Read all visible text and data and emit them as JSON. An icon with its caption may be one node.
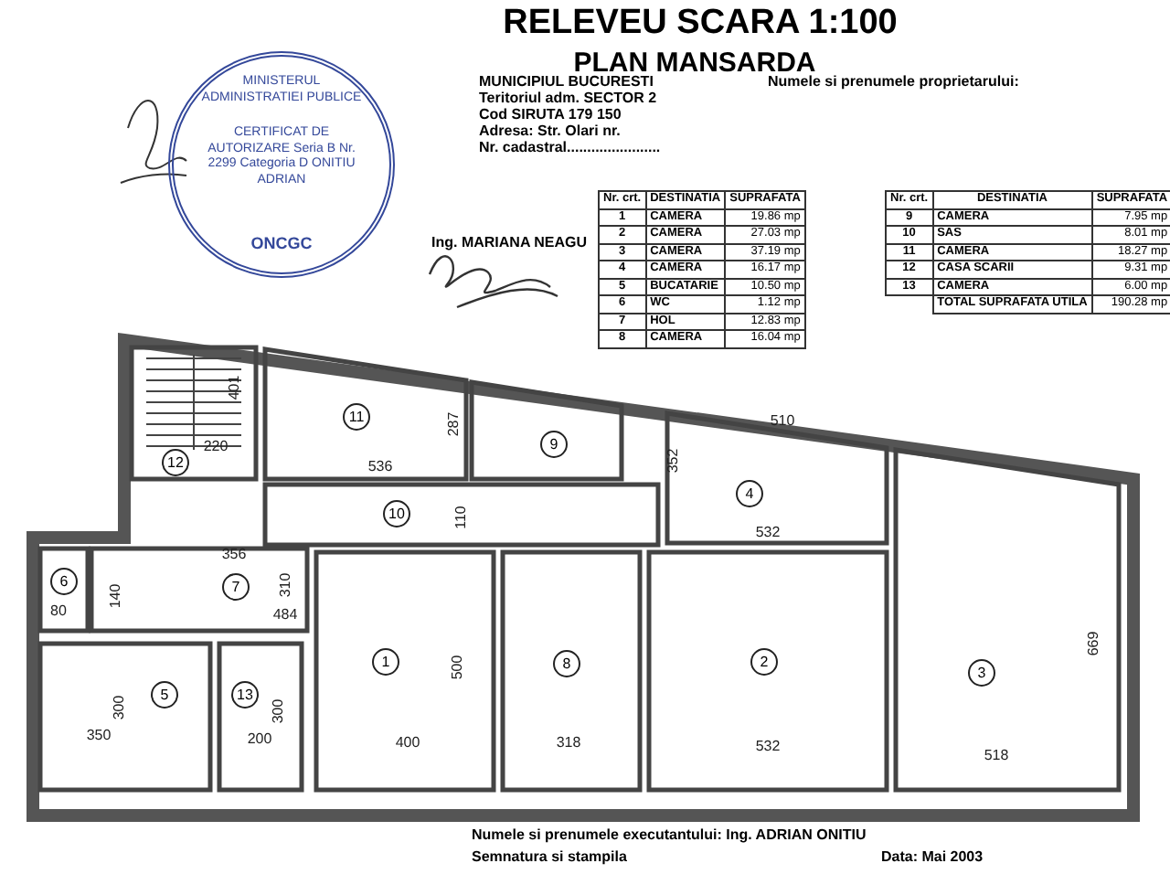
{
  "diagram": {
    "title": "RELEVEU SCARA 1:100",
    "nodes": [
      {
        "text": [
          "12"
        ]
      },
      {
        "text": [
          "11"
        ]
      },
      {
        "text": [
          "9"
        ]
      },
      {
        "text": [
          "4"
        ]
      },
      {
        "text": [
          "10"
        ]
      },
      {
        "text": [
          "3"
        ]
      },
      {
        "text": [
          "6"
        ]
      },
      {
        "text": [
          "7"
        ]
      },
      {
        "text": [
          "1"
        ]
      },
      {
        "text": [
          "8"
        ]
      },
      {
        "text": [
          "2"
        ]
      },
      {
        "text": [
          "5"
        ]
      },
      {
        "text": [
          "13"
        ]
      },
      {
        "text": [
          "MINISTERUL ADMINISTRATIEI PUBLICE",
          "CERTIFICAT DE AUTORIZARE Seria B Nr. 2299 Categoria D ONITIU ADRIAN",
          "ONCGC"
        ]
      }
    ],
    "labels": [
      "PLAN MANSARDA",
      "MUNICIPIUL BUCURESTI",
      "Teritoriul adm. SECTOR 2",
      "Cod SIRUTA 179 150",
      "Adresa: Str. Olari nr.",
      "Nr. cadastral.......................",
      "Numele si prenumele proprietarului:",
      "Ing. MARIANA NEAGU",
      "Nr. crt.",
      "DESTINATIA",
      "SUPRAFATA",
      "1",
      "CAMERA",
      "19.86 mp",
      "2",
      "CAMERA",
      "27.03 mp",
      "3",
      "CAMERA",
      "37.19 mp",
      "4",
      "CAMERA",
      "16.17 mp",
      "5",
      "BUCATARIE",
      "10.50 mp",
      "6",
      "WC",
      "1.12 mp",
      "7",
      "HOL",
      "12.83 mp",
      "8",
      "CAMERA",
      "16.04 mp",
      "Nr. crt.",
      "DESTINATIA",
      "SUPRAFATA",
      "9",
      "CAMERA",
      "7.95 mp",
      "10",
      "SAS",
      "8.01 mp",
      "11",
      "CAMERA",
      "18.27 mp",
      "12",
      "CASA SCARII",
      "9.31 mp",
      "13",
      "CAMERA",
      "6.00 mp",
      "TOTAL SUPRAFATA UTILA",
      "190.28 mp",
      "401",
      "287",
      "220",
      "536",
      "110",
      "352",
      "510",
      "532",
      "356",
      "310",
      "140",
      "80",
      "484",
      "500",
      "300",
      "350",
      "300",
      "200",
      "400",
      "318",
      "532",
      "518",
      "669",
      "Numele si prenumele executantului: Ing. ADRIAN ONITIU",
      "Semnatura si stampila",
      "Data: Mai 2003"
    ]
  }
}
